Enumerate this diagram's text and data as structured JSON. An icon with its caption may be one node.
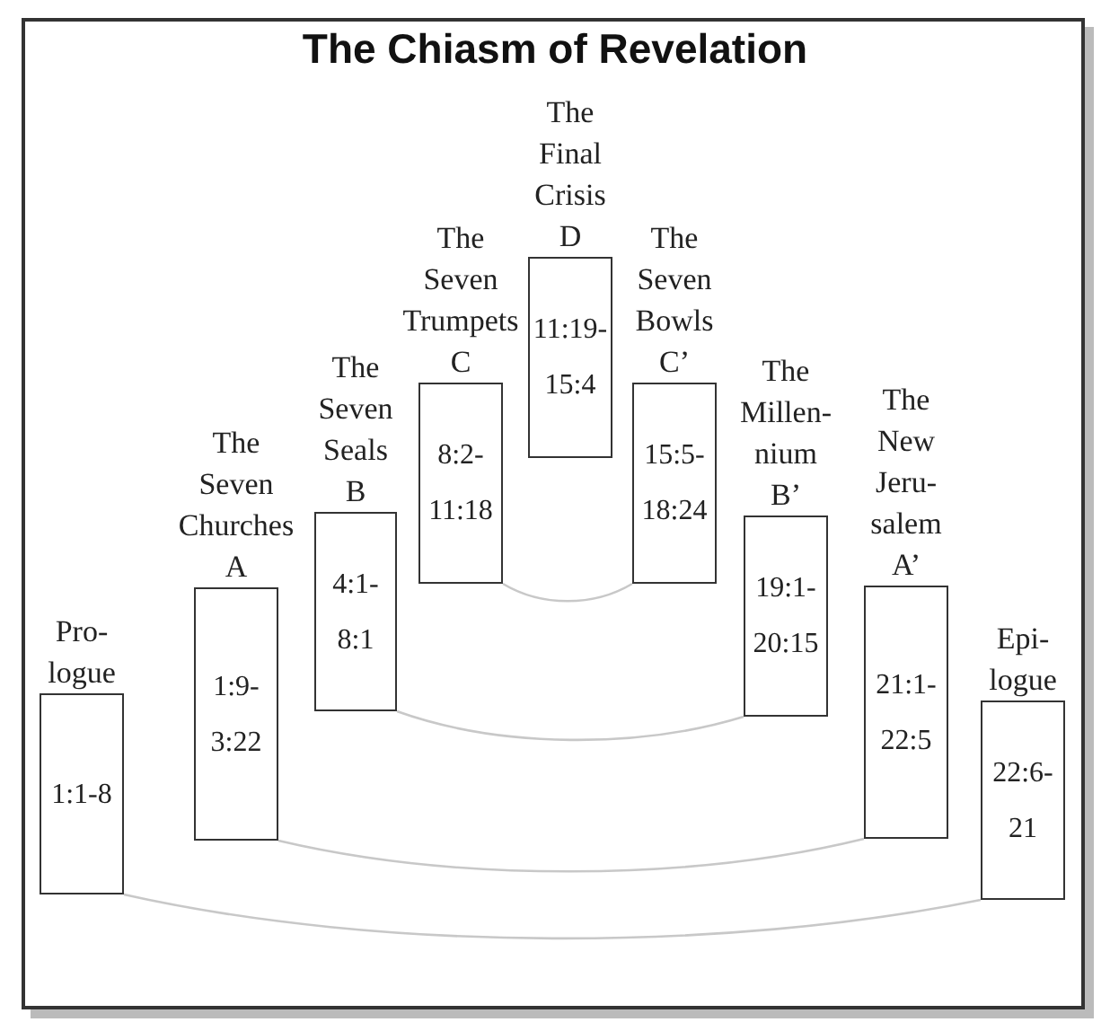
{
  "diagram": {
    "title": "The Chiasm of Revelation",
    "nodes": [
      {
        "text": [
          "Pro- logue",
          "1:1-8"
        ]
      },
      {
        "text": [
          "The Seven Churches",
          "A",
          "1:9- 3:22"
        ]
      },
      {
        "text": [
          "The Seven Seals",
          "B",
          "4:1- 8:1"
        ]
      },
      {
        "text": [
          "The Seven Trumpets",
          "C",
          "8:2- 11:18"
        ]
      },
      {
        "text": [
          "The Final Crisis",
          "D",
          "11:19- 15:4"
        ]
      },
      {
        "text": [
          "The Seven Bowls",
          "C’",
          "15:5- 18:24"
        ]
      },
      {
        "text": [
          "The Millen- nium",
          "B’",
          "19:1- 20:15"
        ]
      },
      {
        "text": [
          "The New Jeru- salem",
          "A’",
          "21:1- 22:5"
        ]
      },
      {
        "text": [
          "Epi- logue",
          "22:6- 21"
        ]
      }
    ],
    "edges": [
      {
        "from": 3,
        "to": 5,
        "arrow": "none"
      },
      {
        "from": 2,
        "to": 6,
        "arrow": "none"
      },
      {
        "from": 1,
        "to": 7,
        "arrow": "none"
      },
      {
        "from": 0,
        "to": 8,
        "arrow": "none"
      }
    ]
  }
}
